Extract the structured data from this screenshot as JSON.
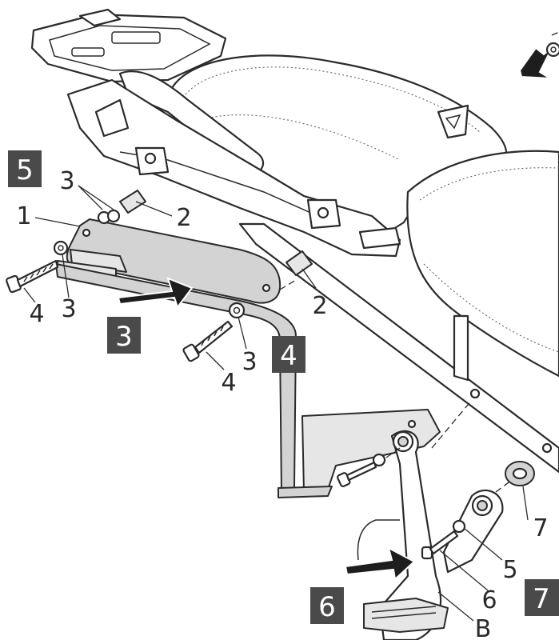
{
  "steps": {
    "s3": "3",
    "s4": "4",
    "s5": "5",
    "s6": "6",
    "s7": "7"
  },
  "parts": {
    "p1": "1",
    "p2a": "2",
    "p2b": "2",
    "p3a": "3",
    "p3b": "3",
    "p3c": "3",
    "p4a": "4",
    "p4b": "4",
    "p5": "5",
    "p6": "6",
    "p7": "7",
    "pB": "B"
  },
  "colors": {
    "step_box": "#4a4a4a",
    "bracket_fill": "#d3d3d3",
    "arrow": "#1e1e1e"
  }
}
